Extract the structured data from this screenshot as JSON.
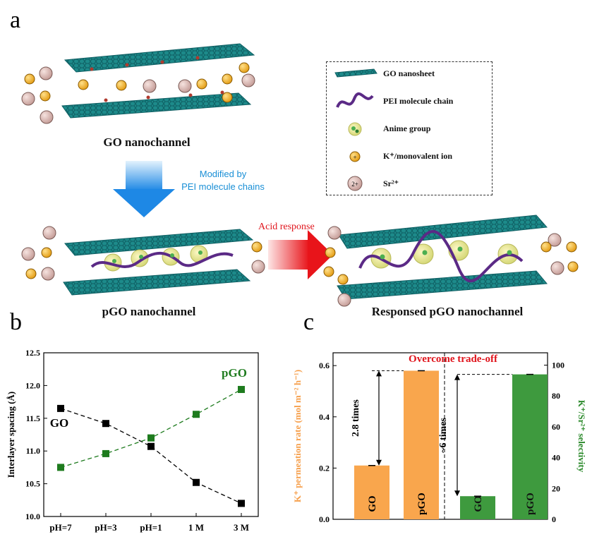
{
  "panel_a": {
    "letter": "a",
    "go_caption": "GO nanochannel",
    "modified_line1": "Modified by",
    "modified_line2": "PEI molecule chains",
    "acid_label": "Acid response",
    "pgo_caption": "pGO nanochannel",
    "responsed_caption": "Responsed pGO nanochannel",
    "legend": {
      "items": [
        {
          "icon": "go-nanosheet-icon",
          "label": "GO nanosheet"
        },
        {
          "icon": "pei-chain-icon",
          "label": "PEI molecule chain"
        },
        {
          "icon": "amine-group-icon",
          "label": "Anime group"
        },
        {
          "icon": "k-ion-icon",
          "label": "K⁺/monovalent ion"
        },
        {
          "icon": "sr-ion-icon",
          "label": "Sr²⁺"
        }
      ]
    },
    "ion_plus": "+",
    "ion_2plus": "2+"
  },
  "colors": {
    "sheet": "#1d8a8a",
    "sheet_dark": "#0f5f63",
    "pei": "#5b2a86",
    "k_ion": "#f2a81e",
    "sr_ion": "#d9b5b0",
    "amine": "#4caf50",
    "arrow_blue": "#1e88e5",
    "arrow_red": "#e8141a",
    "go_series": "#000000",
    "pgo_series": "#1e7b1e",
    "bar_orange": "#f9a64d",
    "bar_green": "#3e9a3e",
    "trade_off": "#e0141c",
    "left_axis_label": "#f6a04d",
    "right_axis_label": "#2c8a2c"
  },
  "chart_data": [
    {
      "type": "line",
      "panel_letter": "b",
      "categories": [
        "pH=7",
        "pH=3",
        "pH=1",
        "1 M",
        "3 M"
      ],
      "series": [
        {
          "name": "GO",
          "values": [
            11.65,
            11.42,
            11.07,
            10.52,
            10.2
          ]
        },
        {
          "name": "pGO",
          "values": [
            10.75,
            10.96,
            11.2,
            11.56,
            11.94
          ]
        }
      ],
      "ylabel": "Interlayer spacing (Å)",
      "xlabel": "",
      "ylim": [
        10.0,
        12.5
      ],
      "yticks": [
        "10.0",
        "10.5",
        "11.0",
        "11.5",
        "12.0",
        "12.5"
      ],
      "grid": false,
      "line_style": "dashed"
    },
    {
      "type": "bar",
      "panel_letter": "c",
      "title": "Overcome trade-off",
      "groups": [
        {
          "axis": "left",
          "categories": [
            "GO",
            "pGO"
          ],
          "values": [
            0.21,
            0.58
          ],
          "annotation": "2.8 times"
        },
        {
          "axis": "right",
          "categories": [
            "GO",
            "pGO"
          ],
          "values": [
            15,
            94
          ],
          "annotation": "~6 times"
        }
      ],
      "ylabel_left": "K⁺ permeation rate (mol m⁻² h⁻¹)",
      "ylabel_right": "K⁺/Sr²⁺ selectivity",
      "ylim_left": [
        0.0,
        0.65
      ],
      "ylim_right": [
        0,
        108
      ],
      "yticks_left": [
        "0.0",
        "0.2",
        "0.4",
        "0.6"
      ],
      "yticks_right": [
        "0",
        "20",
        "40",
        "60",
        "80",
        "100"
      ]
    }
  ]
}
